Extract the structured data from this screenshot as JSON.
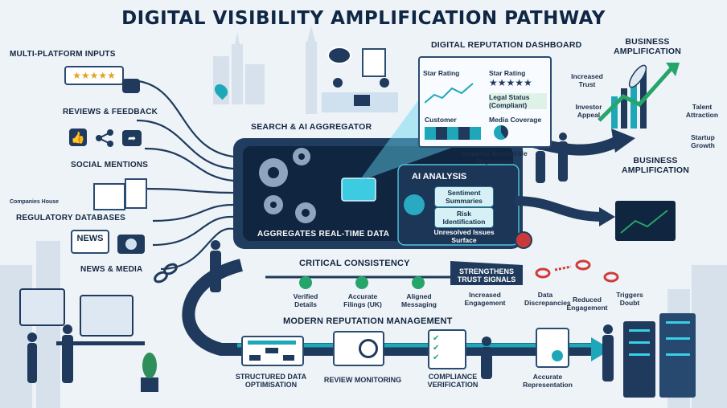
{
  "title": "DIGITAL VISIBILITY AMPLIFICATION PATHWAY",
  "inputs": {
    "heading": "MULTI-PLATFORM INPUTS",
    "reviews": "REVIEWS & FEEDBACK",
    "social": "SOCIAL MENTIONS",
    "companies_house": "Companies House",
    "regulatory": "REGULATORY DATABASES",
    "news_sign": "NEWS",
    "news": "NEWS & MEDIA"
  },
  "aggregator": {
    "heading": "SEARCH & AI AGGREGATOR",
    "caption": "AGGREGATES REAL-TIME DATA"
  },
  "dashboard": {
    "heading": "DIGITAL REPUTATION DASHBOARD",
    "star_rating_1": "Star Rating",
    "star_rating_2": "Star Rating",
    "legal_status": "Legal Status (Compliant)",
    "customer": "Customer",
    "media_coverage": "Media Coverage",
    "caption": "Instantly Accessible Reputation"
  },
  "ai_analysis": {
    "heading": "AI ANALYSIS",
    "sentiment": "Sentiment Summaries",
    "risk": "Risk Identification",
    "unresolved": "Unresolved Issues Surface"
  },
  "consistency": {
    "heading": "CRITICAL CONSISTENCY",
    "verified": "Verified Details",
    "filings": "Accurate Filings (UK)",
    "messaging": "Aligned Messaging",
    "strengthens": "STRENGTHENS TRUST SIGNALS",
    "increased": "Increased Engagement",
    "discrepancies": "Data Discrepancies",
    "reduced": "Reduced Engagement",
    "doubt": "Triggers Doubt"
  },
  "amplification": {
    "heading_top": "BUSINESS AMPLIFICATION",
    "heading_mid": "BUSINESS AMPLIFICATION",
    "trust": "Increased Trust",
    "investor": "Investor Appeal",
    "talent": "Talent Attraction",
    "growth": "Startup Growth"
  },
  "management": {
    "heading": "MODERN REPUTATION MANAGEMENT",
    "structured": "STRUCTURED DATA OPTIMISATION",
    "review": "REVIEW MONITORING",
    "compliance": "COMPLIANCE VERIFICATION",
    "accurate": "Accurate Representation"
  },
  "colors": {
    "navy": "#1f3a5c",
    "teal": "#1ea7b8",
    "red": "#d23a3a",
    "green": "#2f8f5b"
  }
}
